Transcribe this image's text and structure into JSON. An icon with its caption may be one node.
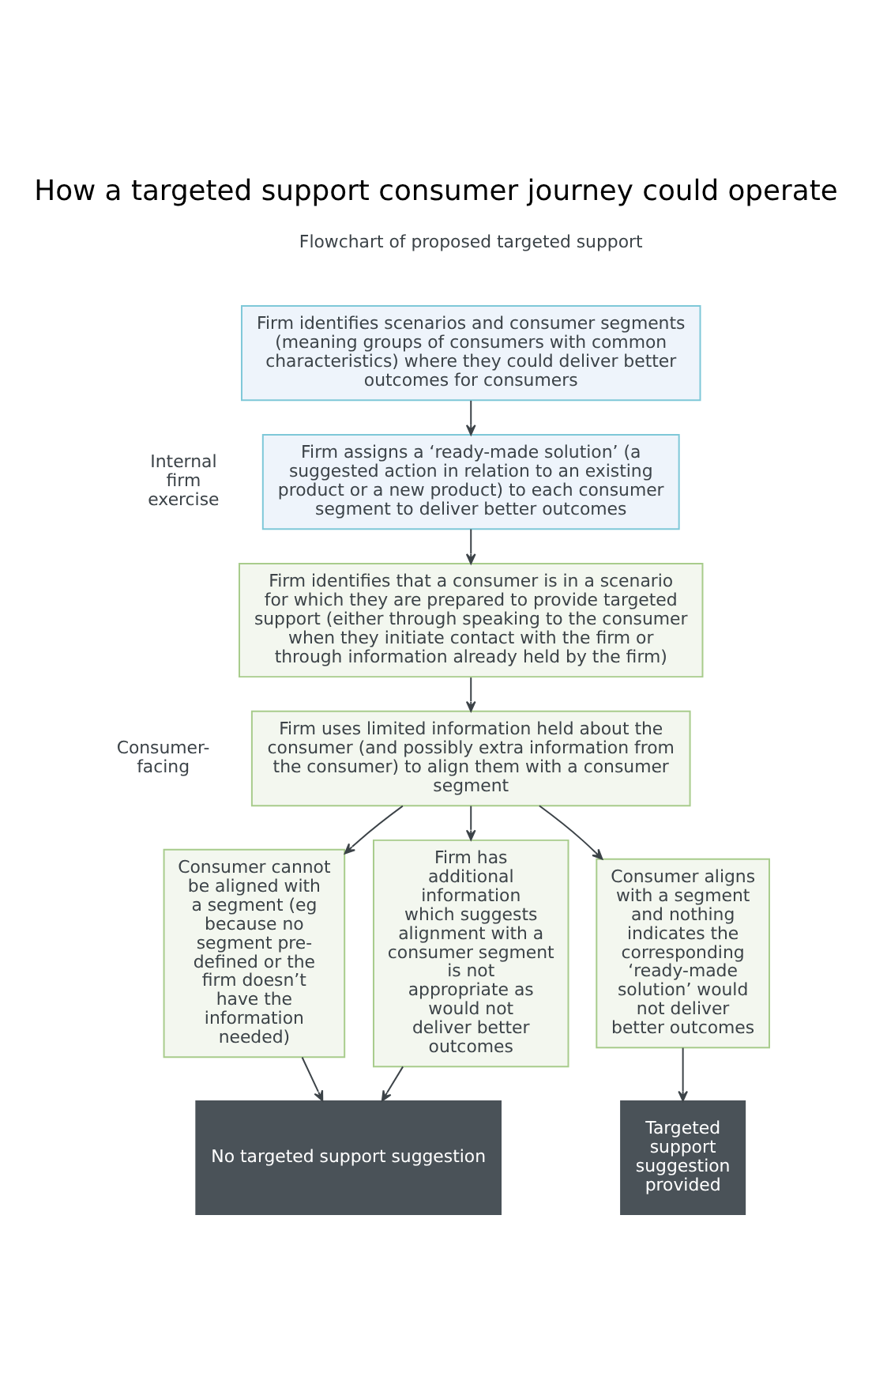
{
  "diagram": {
    "title": "How a targeted support consumer journey could operate",
    "nodes": [
      {
        "text": [
          "Firm identifies scenarios and consumer segments (meaning groups of consumers with common characteristics) where they could deliver better outcomes for consumers"
        ]
      },
      {
        "text": [
          "Firm assigns a ‘ready-made solution’ (a suggested action in relation to an existing product or a new product) to each consumer segment to deliver better outcomes"
        ]
      },
      {
        "text": [
          "Firm identifies that a consumer is in a scenario for which they are prepared to provide targeted support (either through speaking to the consumer when they initiate contact with the firm or through information already held by the firm)"
        ]
      },
      {
        "text": [
          "Firm uses limited information held about the consumer (and possibly extra information from the consumer) to align them with a consumer segment"
        ]
      },
      {
        "text": [
          "Consumer cannot be aligned with a segment (eg because no segment pre-defined or the firm doesn’t have the information needed)"
        ]
      },
      {
        "text": [
          "Firm has additional information which suggests alignment with a consumer segment is not appropriate as would not deliver better outcomes"
        ]
      },
      {
        "text": [
          "Consumer aligns with a segment and nothing indicates the corresponding ‘ready-made solution’ would not deliver better outcomes"
        ]
      },
      {
        "text": [
          "No targeted support suggestion"
        ]
      },
      {
        "text": [
          "Targeted support suggestion provided"
        ]
      }
    ],
    "edges": [
      {
        "from": 0,
        "to": 1,
        "arrow": "to"
      },
      {
        "from": 1,
        "to": 2,
        "arrow": "to"
      },
      {
        "from": 2,
        "to": 3,
        "arrow": "to"
      },
      {
        "from": 3,
        "to": 4,
        "arrow": "to"
      },
      {
        "from": 3,
        "to": 5,
        "arrow": "to"
      },
      {
        "from": 3,
        "to": 6,
        "arrow": "to"
      },
      {
        "from": 4,
        "to": 7,
        "arrow": "to"
      },
      {
        "from": 5,
        "to": 7,
        "arrow": "to"
      },
      {
        "from": 6,
        "to": 8,
        "arrow": "to"
      }
    ],
    "labels": [
      "Flowchart of proposed targeted support",
      "Internal firm exercise",
      "Consumer-facing"
    ]
  }
}
